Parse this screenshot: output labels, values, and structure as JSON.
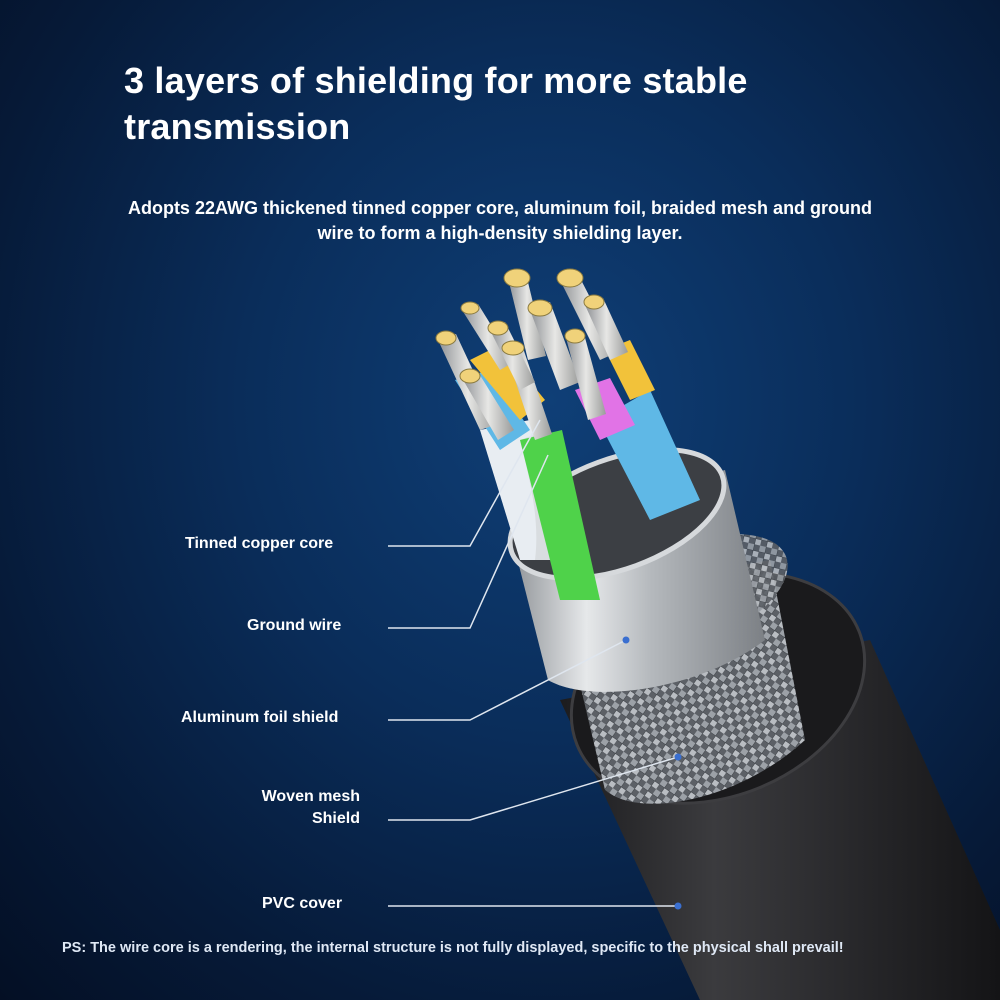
{
  "header": {
    "title": "3 layers of shielding for more stable transmission",
    "subtitle": "Adopts 22AWG thickened tinned copper core, aluminum foil, braided mesh and ground wire to form a high-density shielding layer."
  },
  "callouts": [
    {
      "label": "Tinned copper core"
    },
    {
      "label": "Ground wire"
    },
    {
      "label": "Aluminum foil shield"
    },
    {
      "label": "Woven mesh Shield"
    },
    {
      "label": "PVC cover"
    }
  ],
  "footer": {
    "note": "PS: The wire core is a rendering, the internal structure is not fully displayed, specific to the physical shall prevail!"
  },
  "colors": {
    "background": "#0a2d5a",
    "callout_line": "#dfe6ef",
    "callout_dot": "#3a6fd0",
    "wire_green": "#4fd24a",
    "wire_pink": "#e173e6",
    "wire_yellow": "#f2c23a",
    "wire_blue": "#5fb8e6",
    "pvc_jacket": "#2a2a2c",
    "foil": "#c9ccd0"
  }
}
